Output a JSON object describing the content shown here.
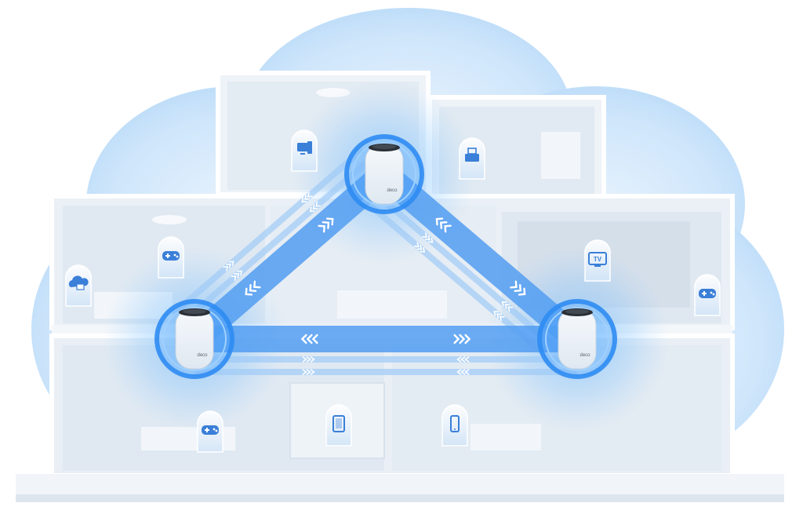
{
  "nodes": [
    {
      "id": "top",
      "brand": "deco"
    },
    {
      "id": "left",
      "brand": "deco"
    },
    {
      "id": "right",
      "brand": "deco"
    }
  ],
  "devices": [
    {
      "name": "desktop-icon",
      "label": ""
    },
    {
      "name": "printer-icon",
      "label": ""
    },
    {
      "name": "gamepad-icon",
      "label": ""
    },
    {
      "name": "cloud-storage-icon",
      "label": ""
    },
    {
      "name": "tv-icon",
      "label": "TV"
    },
    {
      "name": "gamepad-icon",
      "label": ""
    },
    {
      "name": "gamepad-icon",
      "label": ""
    },
    {
      "name": "tablet-icon",
      "label": ""
    },
    {
      "name": "smartphone-icon",
      "label": ""
    }
  ],
  "colors": {
    "accent": "#2f8cf2",
    "link": "#3a8ff0",
    "glow": "#4aa8ff",
    "house": "#e6edf4",
    "cloud": "#cfe6fb"
  }
}
